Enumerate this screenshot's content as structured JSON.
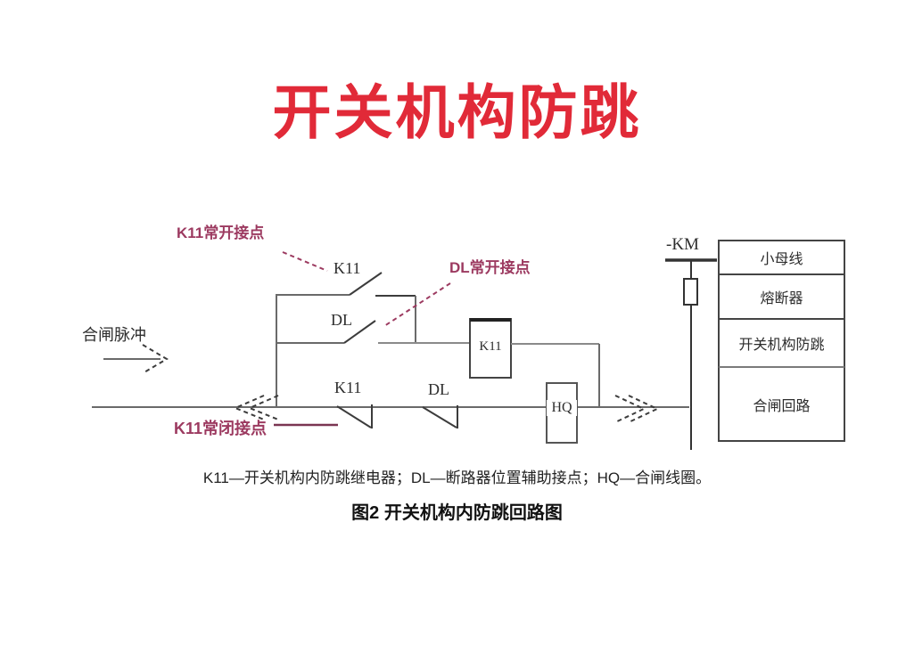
{
  "slide": {
    "title": "开关机构防跳",
    "title_color": "#e12a38"
  },
  "diagram": {
    "annotations": {
      "color": "#9c3a60",
      "k11_no": "K11常开接点",
      "dl_no": "DL常开接点",
      "k11_nc": "K11常闭接点"
    },
    "labels": {
      "closing_pulse": "合闸脉冲",
      "k11_top_contact": "K11",
      "dl_mid_contact": "DL",
      "k11_bottom_contact": "K11",
      "dl_bottom_contact": "DL",
      "km_bus": "-KM",
      "k11_coil": "K11",
      "hq_coil": "HQ"
    },
    "table": {
      "rows": [
        "小母线",
        "熔断器",
        "开关机构防跳",
        "合闸回路"
      ]
    },
    "caption_legend": "K11—开关机构内防跳继电器；DL—断路器位置辅助接点；HQ—合闸线圈。",
    "caption_figure": "图2 开关机构内防跳回路图"
  }
}
